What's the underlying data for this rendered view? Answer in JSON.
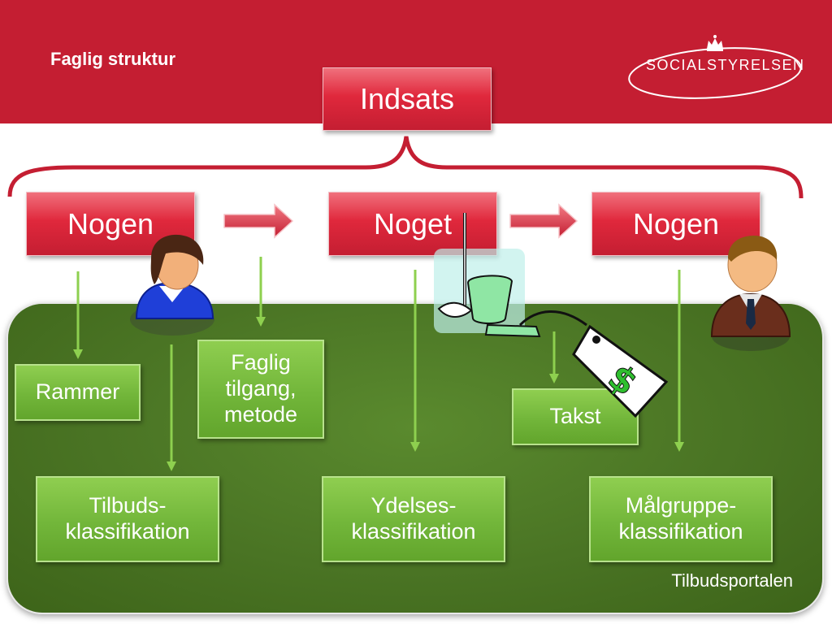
{
  "header": {
    "title": "Faglig struktur",
    "logo_text": "SOCIALSTYRELSEN"
  },
  "diagram": {
    "top_box": "Indsats",
    "row_boxes": [
      "Nogen",
      "Noget",
      "Nogen"
    ],
    "green_boxes": {
      "rammer": "Rammer",
      "faglig_line1": "Faglig",
      "faglig_line2": "tilgang,",
      "faglig_line3": "metode",
      "takst": "Takst",
      "tilbud_line1": "Tilbuds-",
      "tilbud_line2": "klassifikation",
      "ydelses_line1": "Ydelses-",
      "ydelses_line2": "klassifikation",
      "maalgruppe_line1": "Målgruppe-",
      "maalgruppe_line2": "klassifikation"
    },
    "panel_label": "Tilbudsportalen"
  },
  "colors": {
    "header": "#c41e32",
    "panel": "#4a7424",
    "box_green": "#72b63a",
    "arrow_green": "#8ed04f"
  }
}
